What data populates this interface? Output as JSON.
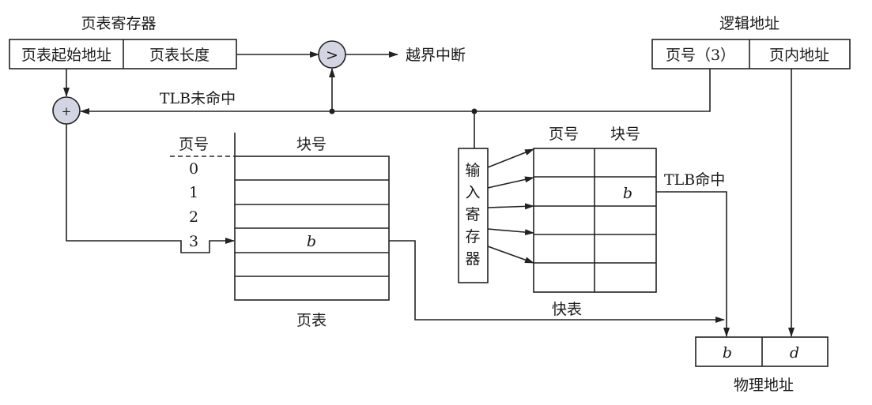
{
  "page_table_register": {
    "title": "页表寄存器",
    "start_address": "页表起始地址",
    "length": "页表长度"
  },
  "comparator": {
    "symbol": ">",
    "output": "越界中断"
  },
  "adder": {
    "symbol": "+"
  },
  "tlb_miss": "TLB未命中",
  "logical_address": {
    "title": "逻辑地址",
    "page_number": "页号（3）",
    "offset": "页内地址"
  },
  "page_table": {
    "col_page": "页号",
    "col_block": "块号",
    "row_labels": [
      "0",
      "1",
      "2",
      "3"
    ],
    "entry_b": "b",
    "caption": "页表"
  },
  "input_register": {
    "chars": [
      "输",
      "入",
      "寄",
      "存",
      "器"
    ]
  },
  "tlb": {
    "col_page": "页号",
    "col_block": "块号",
    "entry_b": "b",
    "caption": "快表",
    "hit": "TLB命中"
  },
  "physical_address": {
    "block": "b",
    "offset": "d",
    "caption": "物理地址"
  }
}
